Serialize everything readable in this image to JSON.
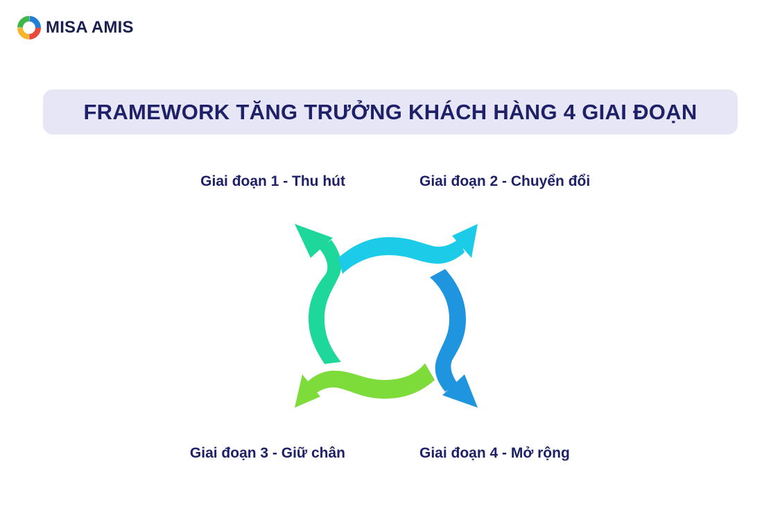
{
  "brand": {
    "name": "MISA AMIS"
  },
  "title": "FRAMEWORK TĂNG TRƯỞNG KHÁCH HÀNG 4 GIAI ĐOẠN",
  "stages": [
    {
      "label": "Giai đoạn 1 - Thu hút",
      "color": "#1dd89a"
    },
    {
      "label": "Giai đoạn 2 - Chuyển đổi",
      "color": "#1ccbe8"
    },
    {
      "label": "Giai đoạn 3 - Giữ chân",
      "color": "#7ddb3a"
    },
    {
      "label": "Giai đoạn 4 - Mở rộng",
      "color": "#1f95e0"
    }
  ],
  "colors": {
    "title_bg": "#e7e6f7",
    "title_text": "#1e2068"
  }
}
